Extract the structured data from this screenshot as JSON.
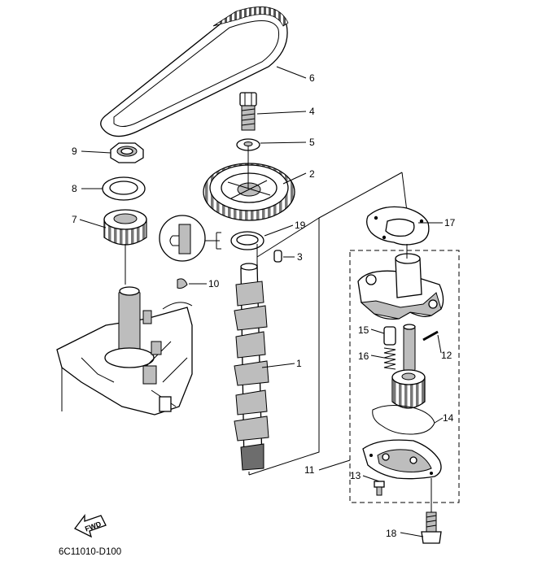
{
  "diagram": {
    "code": "6C11010-D100",
    "direction_label": "FWD",
    "callouts": [
      "1",
      "2",
      "3",
      "4",
      "5",
      "6",
      "7",
      "8",
      "9",
      "10",
      "11",
      "12",
      "13",
      "14",
      "15",
      "16",
      "17",
      "18",
      "19"
    ]
  }
}
